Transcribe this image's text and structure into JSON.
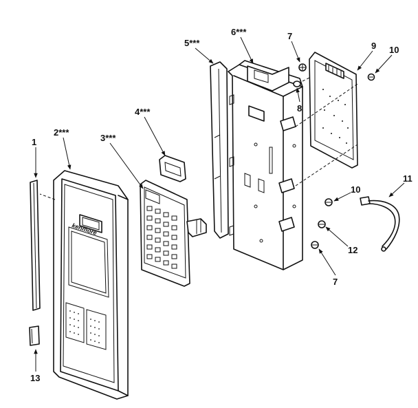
{
  "diagram": {
    "brand_text": "kenmore",
    "callouts": [
      {
        "id": "c1",
        "text": "1"
      },
      {
        "id": "c2",
        "text": "2***"
      },
      {
        "id": "c3",
        "text": "3***"
      },
      {
        "id": "c4",
        "text": "4***"
      },
      {
        "id": "c5",
        "text": "5***"
      },
      {
        "id": "c6",
        "text": "6***"
      },
      {
        "id": "c7a",
        "text": "7"
      },
      {
        "id": "c8",
        "text": "8"
      },
      {
        "id": "c9",
        "text": "9"
      },
      {
        "id": "c10a",
        "text": "10"
      },
      {
        "id": "c10b",
        "text": "10"
      },
      {
        "id": "c11",
        "text": "11"
      },
      {
        "id": "c12",
        "text": "12"
      },
      {
        "id": "c7b",
        "text": "7"
      },
      {
        "id": "c13",
        "text": "13"
      }
    ]
  }
}
